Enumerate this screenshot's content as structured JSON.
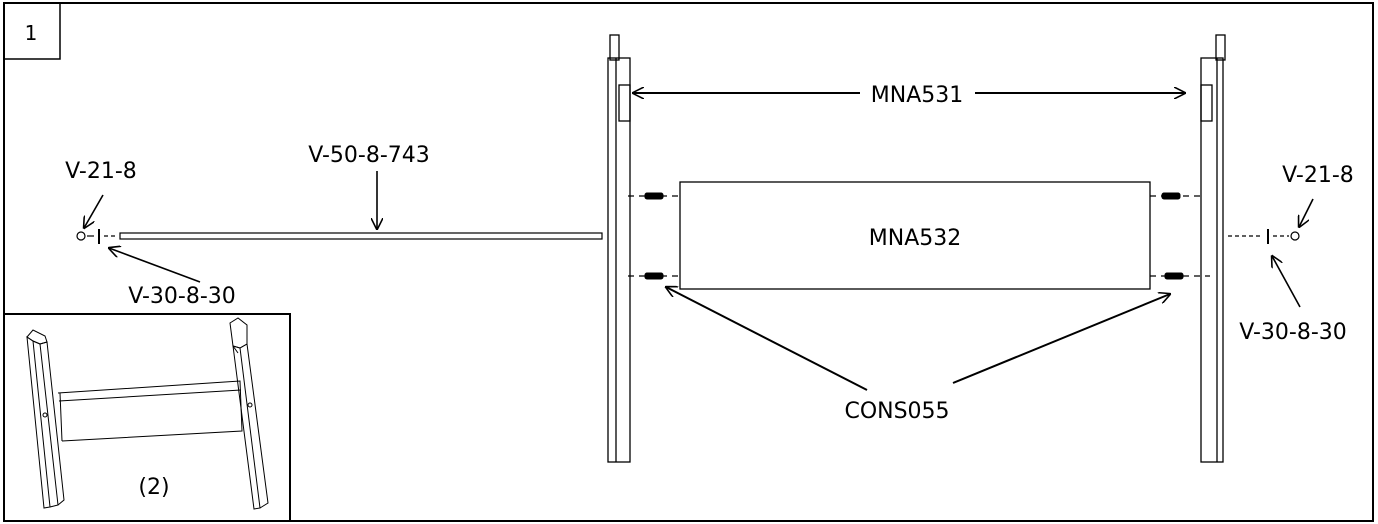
{
  "step": {
    "number": "1"
  },
  "labels": {
    "spacer_width": "MNA531",
    "crossbar": "MNA532",
    "threaded_rod": "V-50-8-743",
    "nut_left": "V-21-8",
    "washer_left": "V-30-8-30",
    "nut_right": "V-21-8",
    "washer_right": "V-30-8-30",
    "dowels": "CONS055"
  },
  "inset": {
    "quantity": "(2)"
  }
}
